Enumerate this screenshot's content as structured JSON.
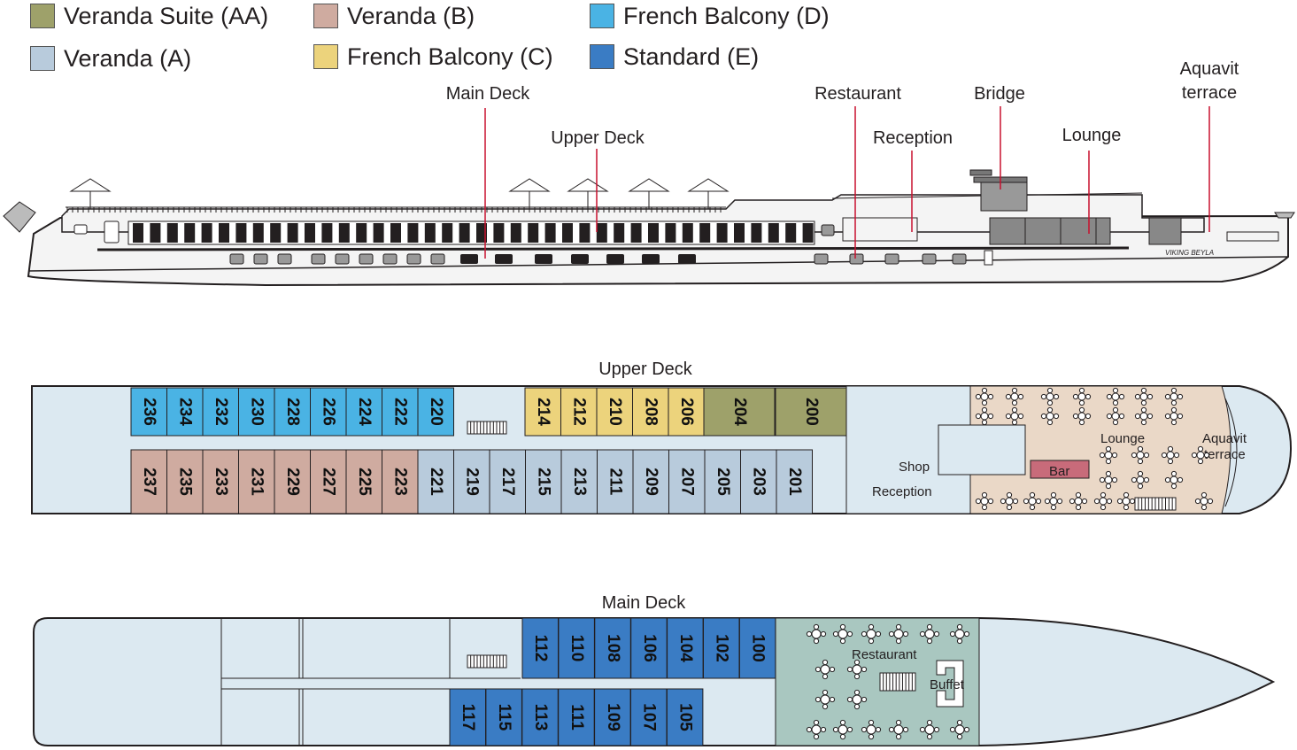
{
  "legend": [
    {
      "label": "Veranda Suite (AA)",
      "color": "#9ea16a"
    },
    {
      "label": "Veranda (B)",
      "color": "#cfaba0"
    },
    {
      "label": "French Balcony (D)",
      "color": "#4ab3e4"
    },
    {
      "label": "Veranda (A)",
      "color": "#b8cbdc"
    },
    {
      "label": "French Balcony (C)",
      "color": "#ecd37c"
    },
    {
      "label": "Standard (E)",
      "color": "#3a7cc4"
    }
  ],
  "colors": {
    "hull": "#f4f4f4",
    "deck_fill": "#dce9f1",
    "lounge_fill": "#ead8c7",
    "restaurant_fill": "#a9c7c0",
    "leader": "#c8102e"
  },
  "profile": {
    "callouts": {
      "main_deck": "Main Deck",
      "upper_deck": "Upper Deck",
      "restaurant": "Restaurant",
      "reception": "Reception",
      "bridge": "Bridge",
      "lounge": "Lounge",
      "aquavit_line1": "Aquavit",
      "aquavit_line2": "terrace"
    },
    "ship_name": "VIKING BEYLA"
  },
  "upper_deck": {
    "title": "Upper Deck",
    "top_row": [
      {
        "num": "236",
        "cat": "D"
      },
      {
        "num": "234",
        "cat": "D"
      },
      {
        "num": "232",
        "cat": "D"
      },
      {
        "num": "230",
        "cat": "D"
      },
      {
        "num": "228",
        "cat": "D"
      },
      {
        "num": "226",
        "cat": "D"
      },
      {
        "num": "224",
        "cat": "D"
      },
      {
        "num": "222",
        "cat": "D"
      },
      {
        "num": "220",
        "cat": "D"
      },
      {
        "num": "214",
        "cat": "C"
      },
      {
        "num": "212",
        "cat": "C"
      },
      {
        "num": "210",
        "cat": "C"
      },
      {
        "num": "208",
        "cat": "C"
      },
      {
        "num": "206",
        "cat": "C"
      },
      {
        "num": "204",
        "cat": "AA"
      },
      {
        "num": "200",
        "cat": "AA"
      }
    ],
    "bottom_row": [
      {
        "num": "237",
        "cat": "B"
      },
      {
        "num": "235",
        "cat": "B"
      },
      {
        "num": "233",
        "cat": "B"
      },
      {
        "num": "231",
        "cat": "B"
      },
      {
        "num": "229",
        "cat": "B"
      },
      {
        "num": "227",
        "cat": "B"
      },
      {
        "num": "225",
        "cat": "B"
      },
      {
        "num": "223",
        "cat": "B"
      },
      {
        "num": "221",
        "cat": "A"
      },
      {
        "num": "219",
        "cat": "A"
      },
      {
        "num": "217",
        "cat": "A"
      },
      {
        "num": "215",
        "cat": "A"
      },
      {
        "num": "213",
        "cat": "A"
      },
      {
        "num": "211",
        "cat": "A"
      },
      {
        "num": "209",
        "cat": "A"
      },
      {
        "num": "207",
        "cat": "A"
      },
      {
        "num": "205",
        "cat": "A"
      },
      {
        "num": "203",
        "cat": "A"
      },
      {
        "num": "201",
        "cat": "A"
      }
    ],
    "labels": {
      "shop": "Shop",
      "reception": "Reception",
      "lounge": "Lounge",
      "bar": "Bar",
      "aquavit_line1": "Aquavit",
      "aquavit_line2": "terrace"
    }
  },
  "main_deck": {
    "title": "Main Deck",
    "top_row": [
      {
        "num": "112",
        "cat": "E"
      },
      {
        "num": "110",
        "cat": "E"
      },
      {
        "num": "108",
        "cat": "E"
      },
      {
        "num": "106",
        "cat": "E"
      },
      {
        "num": "104",
        "cat": "E"
      },
      {
        "num": "102",
        "cat": "E"
      },
      {
        "num": "100",
        "cat": "E"
      }
    ],
    "bottom_row": [
      {
        "num": "117",
        "cat": "E"
      },
      {
        "num": "115",
        "cat": "E"
      },
      {
        "num": "113",
        "cat": "E"
      },
      {
        "num": "111",
        "cat": "E"
      },
      {
        "num": "109",
        "cat": "E"
      },
      {
        "num": "107",
        "cat": "E"
      },
      {
        "num": "105",
        "cat": "E"
      }
    ],
    "labels": {
      "restaurant": "Restaurant",
      "buffet": "Buffet"
    }
  }
}
